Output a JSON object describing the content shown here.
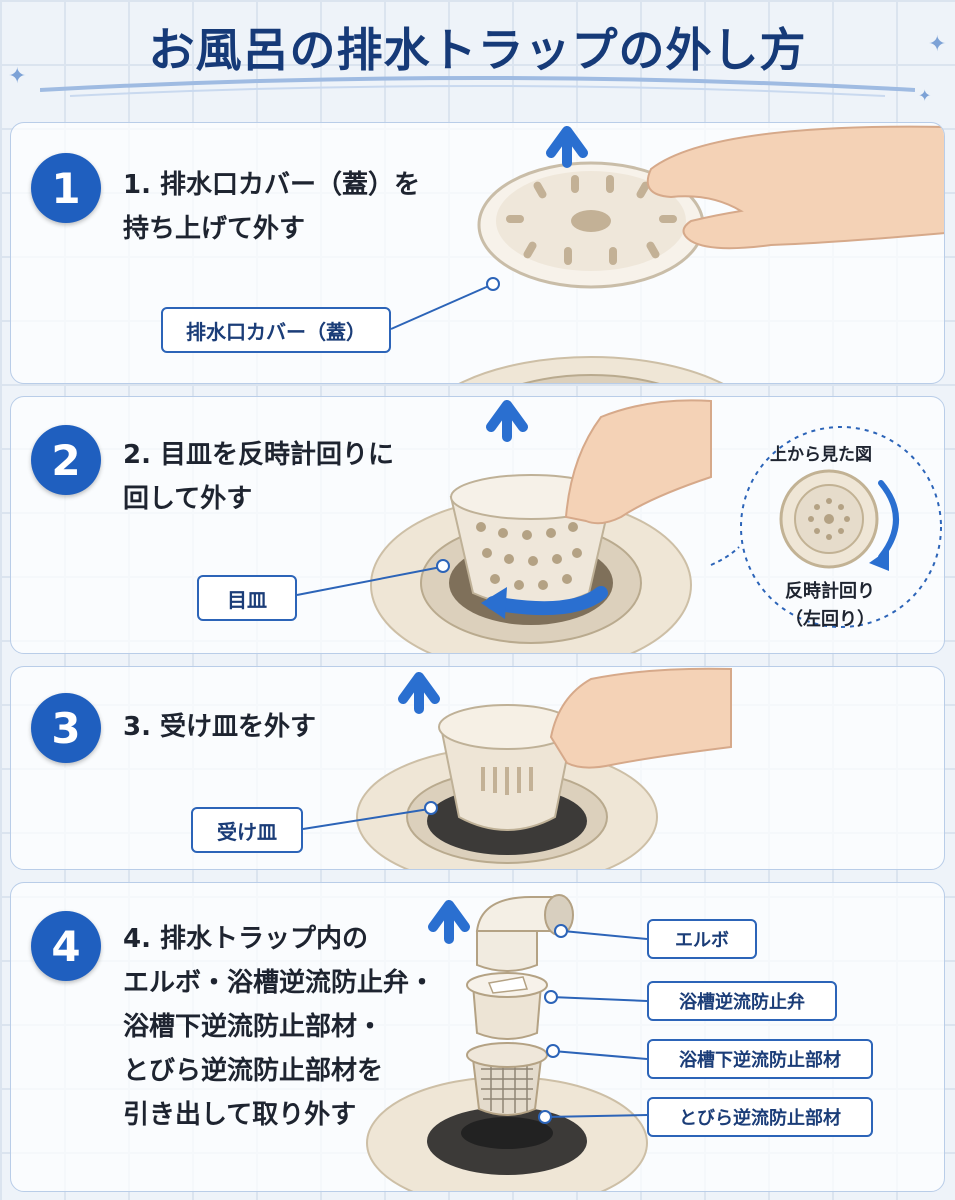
{
  "title": "お風呂の排水トラップの外し方",
  "steps": [
    {
      "number": "1",
      "text_lines": [
        "1. 排水口カバー（蓋）を",
        "持ち上げて外す"
      ],
      "callouts": [
        "排水口カバー（蓋）"
      ]
    },
    {
      "number": "2",
      "text_lines": [
        "2. 目皿を反時計回りに",
        "回して外す"
      ],
      "callouts": [
        "目皿"
      ],
      "top_view_title": "上から見た図",
      "top_view_label_lines": [
        "反時計回り",
        "（左回り）"
      ]
    },
    {
      "number": "3",
      "text_lines": [
        "3. 受け皿を外す"
      ],
      "callouts": [
        "受け皿"
      ]
    },
    {
      "number": "4",
      "text_lines": [
        "4. 排水トラップ内の",
        "エルボ・浴槽逆流防止弁・",
        "浴槽下逆流防止部材・",
        "とびら逆流防止部材を",
        "引き出して取り外す"
      ],
      "callouts": [
        "エルボ",
        "浴槽逆流防止弁",
        "浴槽下逆流防止部材",
        "とびら逆流防止部材"
      ]
    }
  ],
  "colors": {
    "accent": "#1f5fbf",
    "title": "#163a78",
    "arrow": "#2a6fd0"
  }
}
